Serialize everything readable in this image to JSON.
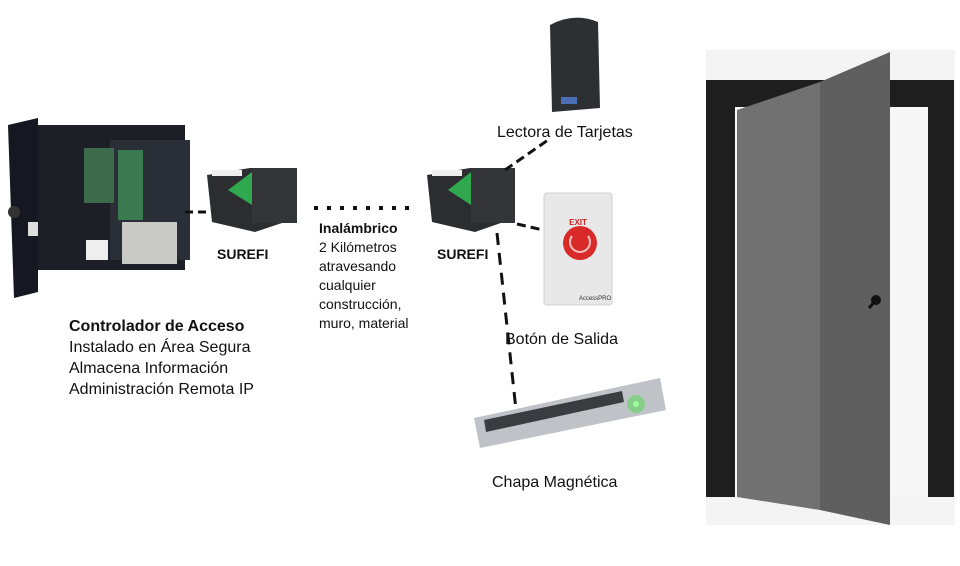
{
  "controller": {
    "title": "Controlador de Acceso",
    "lines": [
      "Instalado en Área Segura",
      "Almacena Información",
      "Administración Remota IP"
    ]
  },
  "surefi_left": {
    "label": "SUREFI"
  },
  "surefi_right": {
    "label": "SUREFI"
  },
  "wireless": {
    "title": "Inalámbrico",
    "lines": [
      "2 Kilómetros",
      "atravesando",
      "cualquier",
      "construcción,",
      "muro, material"
    ]
  },
  "reader": {
    "label": "Lectora de Tarjetas"
  },
  "exit_button": {
    "label": "Botón de Salida",
    "badge": "EXIT",
    "brand": "AccessPRO"
  },
  "mag_lock": {
    "label": "Chapa Magnética"
  },
  "colors": {
    "surefi_green": "#2fa84f",
    "exit_red": "#d92a2a",
    "door": "#6b6b6b",
    "frame": "#1e1e1e"
  }
}
